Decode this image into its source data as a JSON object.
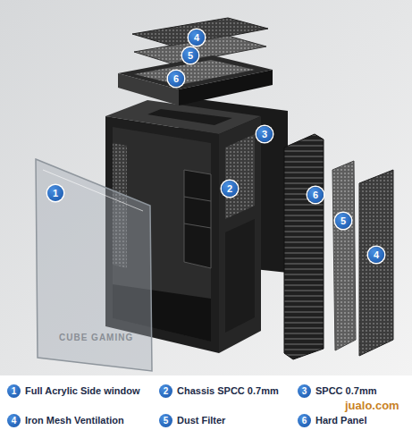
{
  "diagram": {
    "labels": [
      "4",
      "5",
      "6",
      "3",
      "2",
      "1",
      "6",
      "5",
      "4",
      "CUBE GAMING",
      "1",
      "2",
      "3",
      "4",
      "5",
      "6",
      "jualo.com"
    ],
    "legend": [
      {
        "text": "Full Acrylic Side window"
      },
      {
        "text": "Chassis SPCC 0.7mm"
      },
      {
        "text": "SPCC 0.7mm"
      },
      {
        "text": "Iron Mesh Ventilation"
      },
      {
        "text": "Dust Filter"
      },
      {
        "text": "Hard Panel"
      }
    ]
  }
}
